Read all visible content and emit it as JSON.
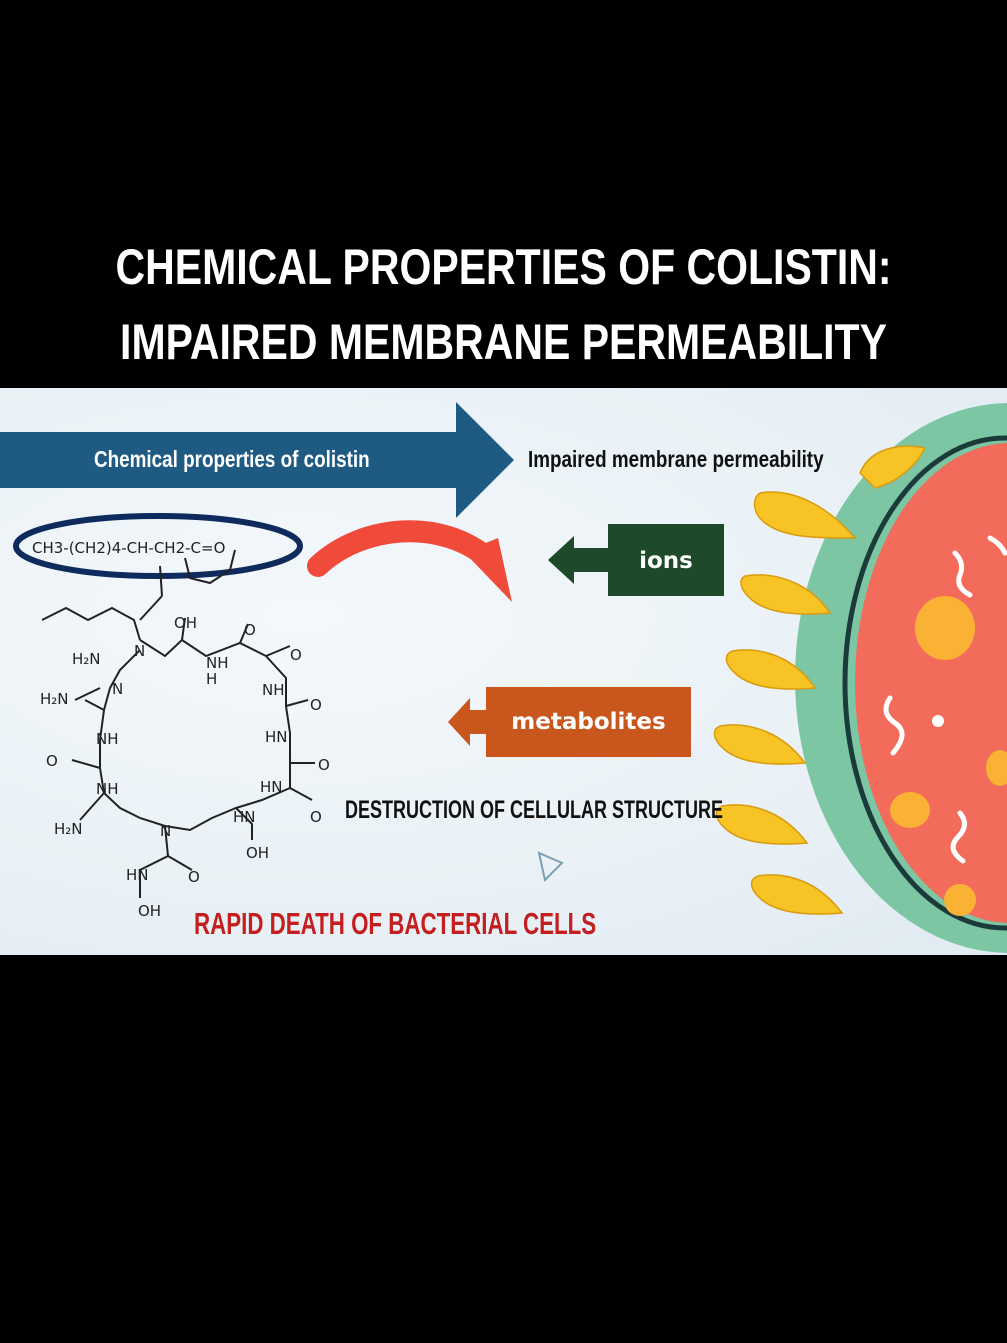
{
  "header": {
    "line1": "CHEMICAL PROPERTIES OF COLISTIN:",
    "line2": "IMPAIRED MEMBRANE PERMEABILITY"
  },
  "diagram": {
    "arrow_label": "Chemical properties of colistin",
    "impaired": "Impaired membrane permeability",
    "ions": "ions",
    "metabolites": "metabolites",
    "destruction": "DESTRUCTION OF CELLULAR STRUCTURE",
    "rapid_death": "RAPID DEATH OF BACTERIAL CELLS",
    "formula": "CH3-(CH2)4-CH-CH2-C=O"
  },
  "colors": {
    "blue_arrow": "#1f5a82",
    "ellipse": "#0f2a5c",
    "ions_box": "#1f4a2a",
    "metabolites_box": "#c9561c",
    "red_curve": "#f04a3a",
    "rapid_text": "#c41e1e",
    "bacterium_body": "#f26b5b",
    "bacterium_wall": "#7cc6a4",
    "spikes": "#f7c325"
  }
}
